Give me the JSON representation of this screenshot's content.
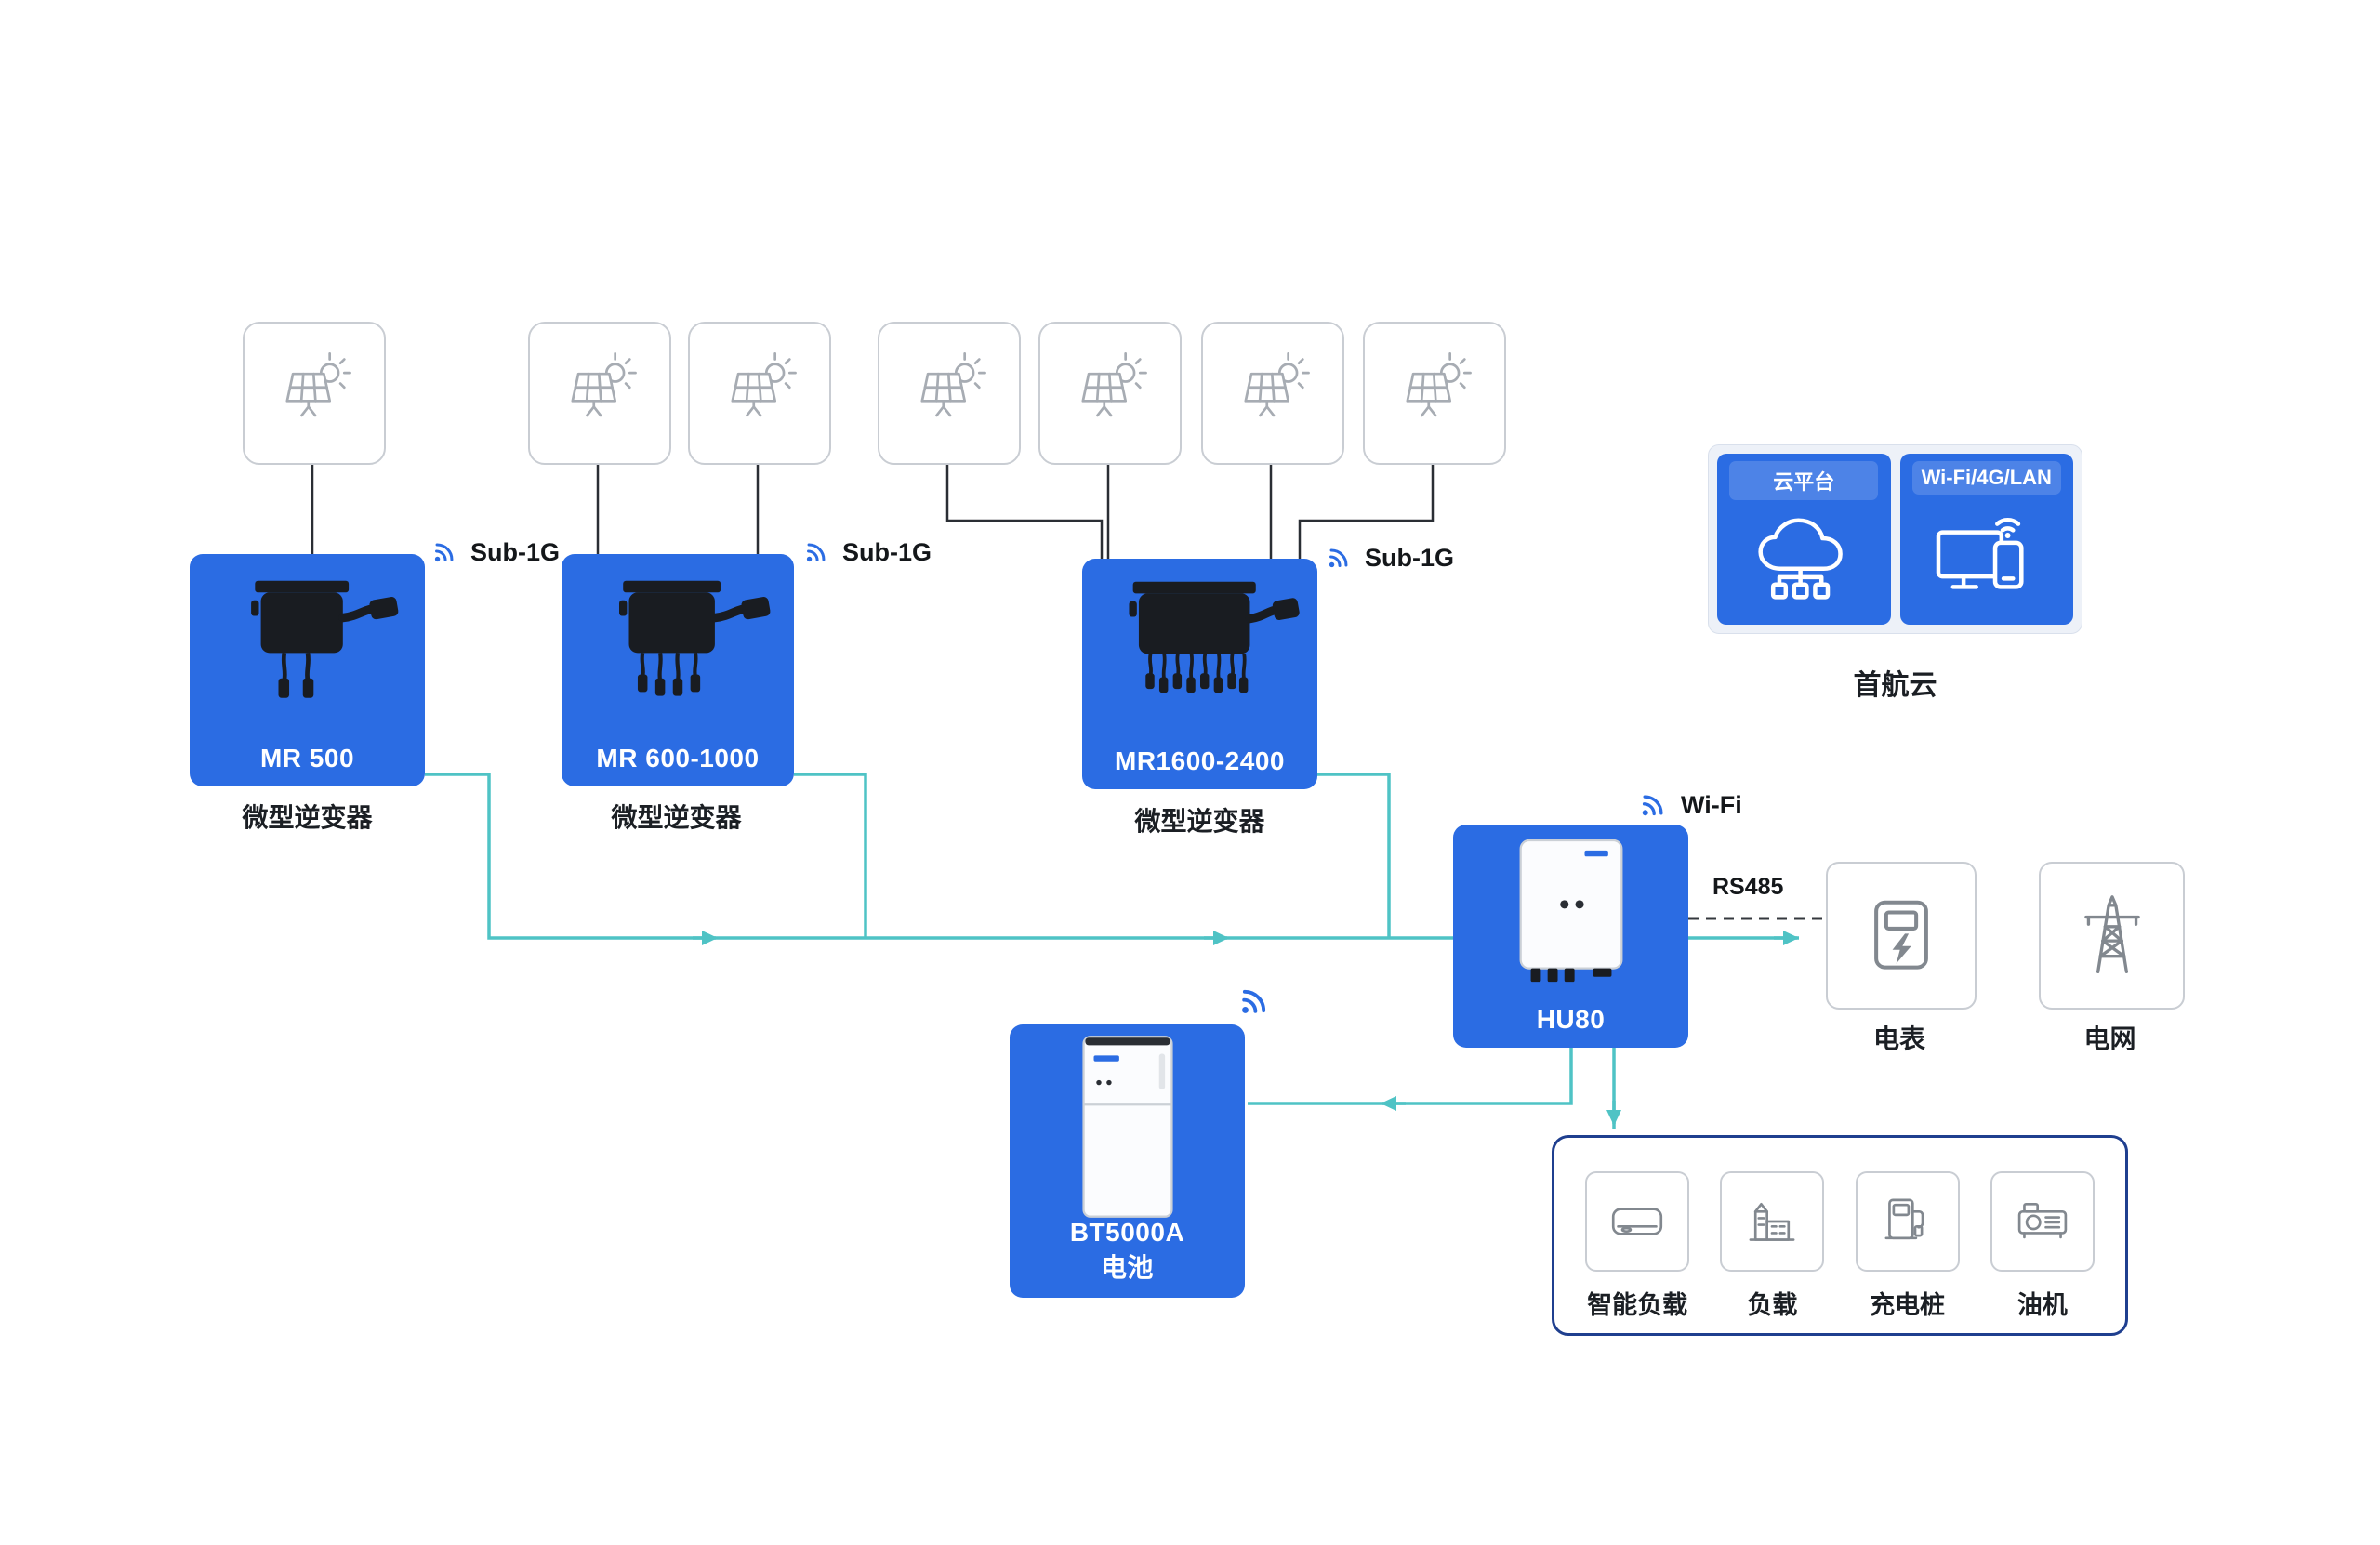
{
  "colors": {
    "box_blue": "#2B6CE3",
    "line_teal": "#4FC3C5",
    "loads_border_navy": "#1F3F8F",
    "tile_border_gray": "#C9CDD3",
    "icon_gray": "#82888F",
    "text_dark": "#1B1F24"
  },
  "panels": {
    "count": 7,
    "icon": "solar-panel-icon"
  },
  "inverters": [
    {
      "model": "MR 500",
      "type": "微型逆变器",
      "radio": "Sub-1G",
      "icon": "microinverter-device"
    },
    {
      "model": "MR 600-1000",
      "type": "微型逆变器",
      "radio": "Sub-1G",
      "icon": "microinverter-device"
    },
    {
      "model": "MR1600-2400",
      "type": "微型逆变器",
      "radio": "Sub-1G",
      "icon": "microinverter-device"
    }
  ],
  "cloud": {
    "platform": "云平台",
    "connectivity": "Wi-Fi/4G/LAN",
    "name": "首航云",
    "icons": [
      "cloud-network-icon",
      "monitor-phone-icon"
    ]
  },
  "hub": {
    "model": "HU80",
    "radio": "Wi-Fi",
    "meter_link": "RS485",
    "icon": "hybrid-inverter-device"
  },
  "battery": {
    "model": "BT5000A",
    "type": "电池",
    "icon": "battery-device"
  },
  "meter": {
    "label": "电表",
    "icon": "energy-meter-icon"
  },
  "grid": {
    "label": "电网",
    "icon": "power-grid-tower-icon"
  },
  "loads": [
    {
      "label": "智能负载",
      "icon": "smart-load-icon"
    },
    {
      "label": "负载",
      "icon": "load-building-icon"
    },
    {
      "label": "充电桩",
      "icon": "ev-charger-icon"
    },
    {
      "label": "油机",
      "icon": "generator-icon"
    }
  ]
}
